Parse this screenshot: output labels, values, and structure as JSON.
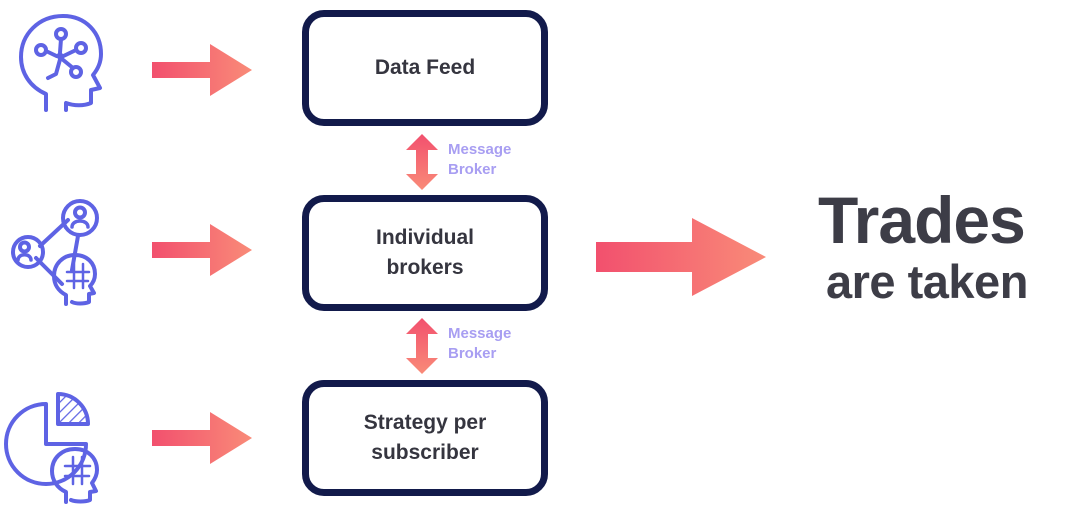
{
  "diagram": {
    "boxes": [
      {
        "label": "Data Feed"
      },
      {
        "label": "Individual brokers"
      },
      {
        "label": "Strategy per subscriber"
      }
    ],
    "connectors": [
      {
        "label": "Message Broker"
      },
      {
        "label": "Message Broker"
      }
    ],
    "result": {
      "line1": "Trades",
      "line2": "are taken"
    },
    "icons": [
      {
        "name": "ai-brain-head-icon"
      },
      {
        "name": "people-network-icon"
      },
      {
        "name": "pie-chart-head-icon"
      }
    ],
    "colors": {
      "arrow_gradient_start": "#f2506e",
      "arrow_gradient_end": "#f98b78",
      "box_border": "#121a4b",
      "box_text": "#35353f",
      "broker_label": "#a89ef2",
      "result_text": "#3d3d47",
      "icon_stroke": "#5e63e4"
    }
  }
}
